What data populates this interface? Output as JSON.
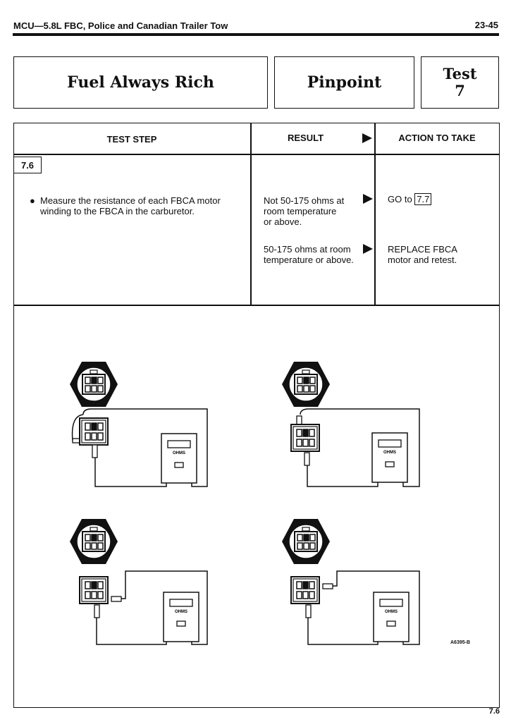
{
  "header": {
    "section": "MCU—5.8L FBC, Police and Canadian Trailer Tow",
    "page": "23-45"
  },
  "title": {
    "problem": "Fuel Always Rich",
    "type": "Pinpoint",
    "test_label": "Test",
    "test_number": "7"
  },
  "table": {
    "col_step": "TEST STEP",
    "col_result": "RESULT",
    "col_action": "ACTION TO TAKE",
    "step_id": "7.6",
    "step_text_line1": "Measure the resistance of each FBCA motor",
    "step_text_line2": "winding to the FBCA in the carburetor.",
    "rows": [
      {
        "result_line1": "Not 50-175 ohms at",
        "result_line2": "room temperature",
        "result_line3": "or above.",
        "action_prefix": "GO to",
        "action_ref": "7.7"
      },
      {
        "result_line1": "50-175 ohms at room",
        "result_line2": "temperature or above.",
        "action_line1": "REPLACE FBCA",
        "action_line2": "motor and retest."
      }
    ]
  },
  "figure": {
    "meter_label": "OHMS",
    "code": "A6395-B"
  },
  "footer": {
    "page_ref": "7.6"
  }
}
